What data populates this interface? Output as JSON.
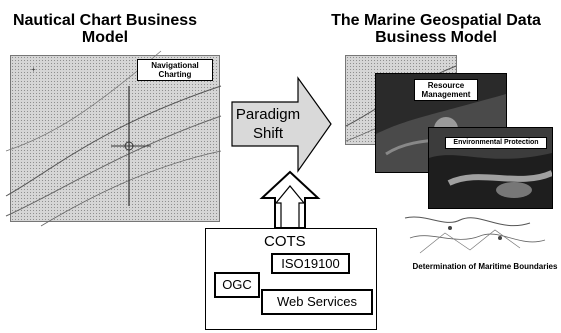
{
  "left_panel": {
    "title_lines": [
      "Nautical Chart Business",
      "Model"
    ],
    "chart_label": [
      "Navigational",
      "Charting"
    ]
  },
  "right_panel": {
    "title_lines": [
      "The Marine Geospatial Data",
      "Business Model"
    ],
    "card_resource": [
      "Resource",
      "Management"
    ],
    "card_environment": "Environmental Protection",
    "boundaries_caption": "Determination of Maritime Boundaries"
  },
  "shift_arrow": {
    "label_lines": [
      "Paradigm",
      "Shift"
    ]
  },
  "cots": {
    "title": "COTS",
    "iso": "ISO19100",
    "ogc": "OGC",
    "web_services": "Web Services"
  }
}
